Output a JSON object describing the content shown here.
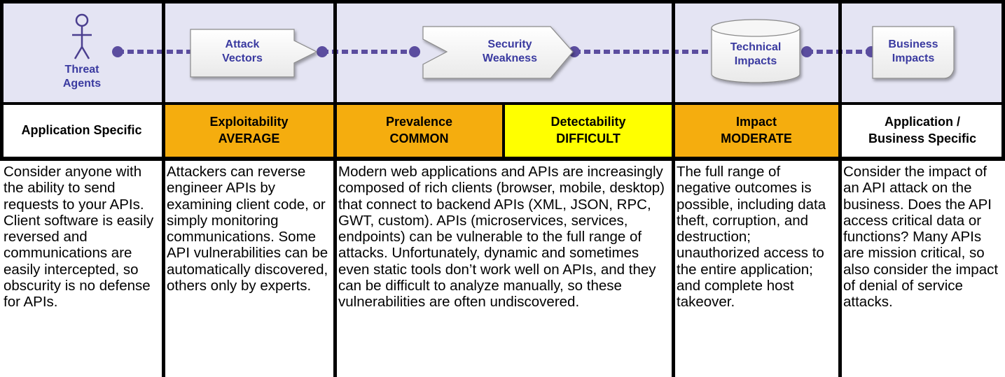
{
  "flow": {
    "threat_agents": "Threat\nAgents",
    "attack_vectors": "Attack\nVectors",
    "security_weakness": "Security\nWeakness",
    "technical_impacts": "Technical\nImpacts",
    "business_impacts": "Business\nImpacts"
  },
  "headers": {
    "col1": [
      "Application Specific"
    ],
    "col2": [
      "Exploitability",
      "AVERAGE"
    ],
    "col3": [
      "Prevalence",
      "COMMON"
    ],
    "col4": [
      "Detectability",
      "DIFFICULT"
    ],
    "col5": [
      "Impact",
      "MODERATE"
    ],
    "col6": [
      "Application /",
      "Business Specific"
    ]
  },
  "body": {
    "col1": "Consider anyone with the ability to send requests to your APIs. Client software is easily reversed and communications are easily intercepted, so obscurity is no defense for APIs.",
    "col2": "Attackers can reverse engineer APIs by examining client code, or simply monitoring communications. Some API vulnerabilities can be automatically discovered, others only by experts.",
    "col3": "Modern web applications and APIs are increasingly composed of rich clients (browser, mobile, desktop) that connect to backend APIs (XML, JSON, RPC, GWT, custom). APIs (microservices, services, endpoints) can be vulnerable to the full range of attacks. Unfortunately, dynamic and sometimes even static tools don’t work well on APIs, and they can be difficult to analyze manually, so these vulnerabilities are often undiscovered.",
    "col5": "The full range of negative outcomes is possible, including data theft, corruption, and destruction; unauthorized access to the entire application; and complete host takeover.",
    "col6": "Consider the impact of an API attack on the business. Does the API access critical data or functions? Many APIs are mission critical, so also consider the impact of denial of service attacks."
  },
  "colors": {
    "band": "#e4e4f3",
    "connector": "#5b4d9f",
    "orange": "#f5ad0e",
    "yellow": "#ffff00",
    "label_text": "#3a3aa0"
  }
}
